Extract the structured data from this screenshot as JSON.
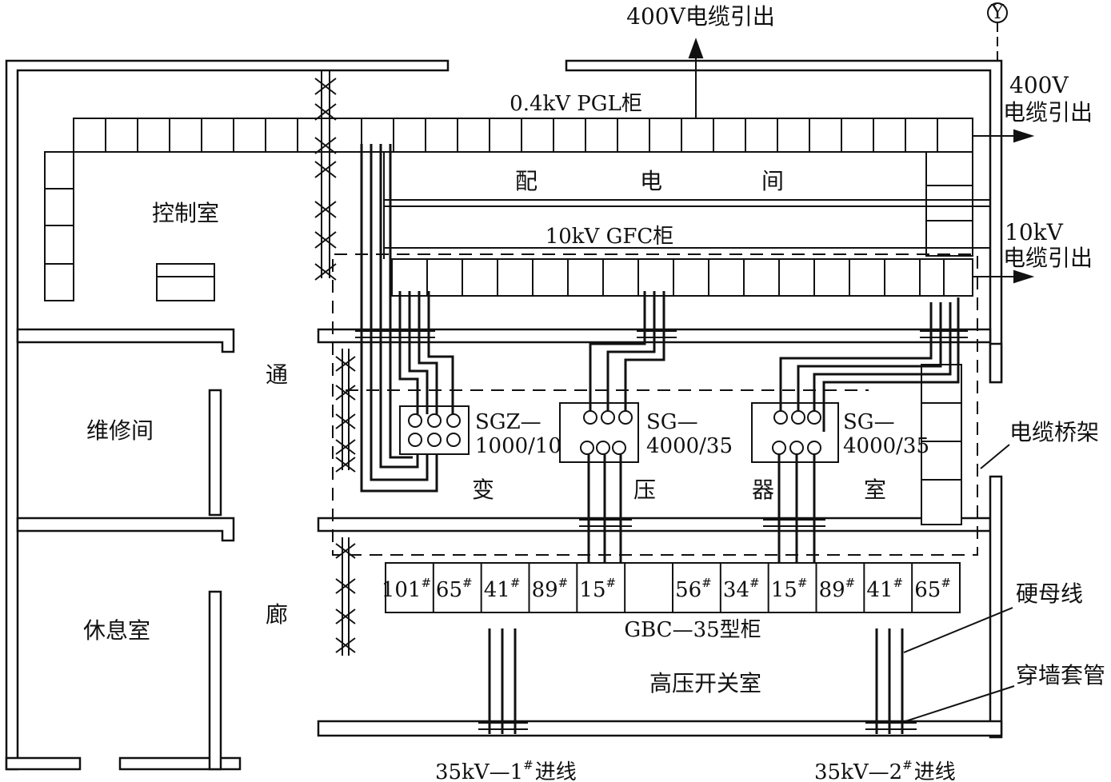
{
  "labels": {
    "cable_out_400v_top": "400V电缆引出",
    "axis_marker": "Y",
    "cable_out_400v_right_l1": "400V",
    "cable_out_400v_right_l2": "电缆引出",
    "cabinet_04kv": "0.4kV PGL柜",
    "distribution_room": [
      "配",
      "电",
      "间"
    ],
    "cabinet_10kv": "10kV GFC柜",
    "cable_out_10kv_l1": "10kV",
    "cable_out_10kv_l2": "电缆引出",
    "control_room": "控制室",
    "repair_room": "维修间",
    "rest_room": "休息室",
    "corridor": [
      "通",
      "廊"
    ],
    "transformer_1_l1": "SGZ—",
    "transformer_1_l2": "1000/10",
    "transformer_2_l1": "SG—",
    "transformer_2_l2": "4000/35",
    "transformer_3_l1": "SG—",
    "transformer_3_l2": "4000/35",
    "transformer_room": [
      "变",
      "压",
      "器",
      "室"
    ],
    "cable_tray": "电缆桥架",
    "hard_busbar": "硬母线",
    "wall_bushing": "穿墙套管",
    "cabinet_35kv": "GBC—35型柜",
    "hv_switch_room": "高压开关室",
    "incoming_line_1_pre": "35kV—1",
    "incoming_line_1_post": "进线",
    "incoming_line_2_pre": "35kV—2",
    "incoming_line_2_post": "进线",
    "sup_mark": "#"
  },
  "gbc_cabinets": [
    {
      "number": "101",
      "mark": "#"
    },
    {
      "number": "65",
      "mark": "#"
    },
    {
      "number": "41",
      "mark": "#"
    },
    {
      "number": "89",
      "mark": "#"
    },
    {
      "number": "15",
      "mark": "#"
    },
    {
      "number": "",
      "mark": ""
    },
    {
      "number": "56",
      "mark": "#"
    },
    {
      "number": "34",
      "mark": "#"
    },
    {
      "number": "15",
      "mark": "#"
    },
    {
      "number": "89",
      "mark": "#"
    },
    {
      "number": "41",
      "mark": "#"
    },
    {
      "number": "65",
      "mark": "#"
    }
  ]
}
